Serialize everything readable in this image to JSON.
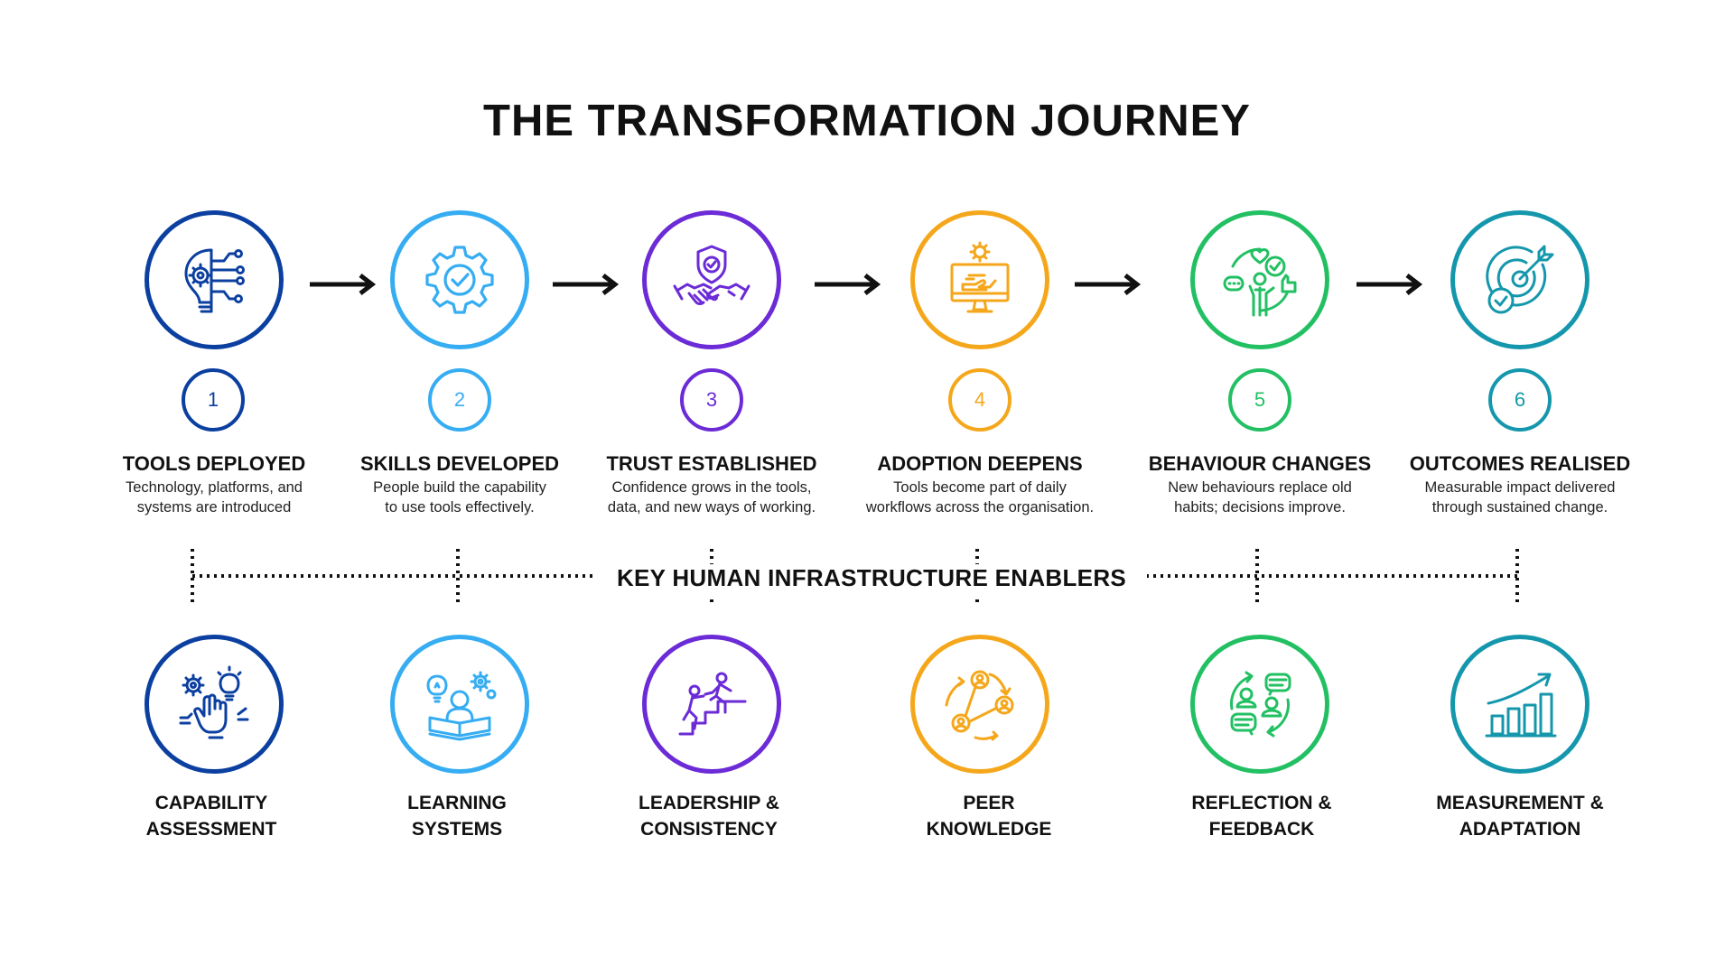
{
  "title": "THE TRANSFORMATION JOURNEY",
  "colors": {
    "stage1": "#0B3FA0",
    "stage2": "#36ADF2",
    "stage3": "#6B2BD6",
    "stage4": "#F5A71B",
    "stage5": "#22C063",
    "stage6": "#1497AC",
    "arrow": "#111111",
    "dotted_line": "#111111"
  },
  "stages": [
    {
      "number": "1",
      "title": "TOOLS DEPLOYED",
      "desc1": "Technology, platforms, and",
      "desc2": "systems are introduced",
      "icon": "lightbulb-circuit-icon"
    },
    {
      "number": "2",
      "title": "SKILLS DEVELOPED",
      "desc1": "People build the capability",
      "desc2": "to use tools effectively.",
      "icon": "gear-check-icon"
    },
    {
      "number": "3",
      "title": "TRUST ESTABLISHED",
      "desc1": "Confidence grows in the tools,",
      "desc2": "data, and new ways of working.",
      "icon": "shield-handshake-icon"
    },
    {
      "number": "4",
      "title": "ADOPTION DEEPENS",
      "desc1": "Tools become part of daily",
      "desc2": "workflows across the organisation.",
      "icon": "monitor-hand-gear-icon"
    },
    {
      "number": "5",
      "title": "BEHAVIOUR CHANGES",
      "desc1": "New behaviours replace old",
      "desc2": "habits; decisions improve.",
      "icon": "person-feedback-cycle-icon"
    },
    {
      "number": "6",
      "title": "OUTCOMES REALISED",
      "desc1": "Measurable impact delivered",
      "desc2": "through sustained change.",
      "icon": "target-check-icon"
    }
  ],
  "enablers_label": "KEY HUMAN INFRASTRUCTURE ENABLERS",
  "enablers": [
    {
      "line1": "CAPABILITY",
      "line2": "ASSESSMENT",
      "icon": "hand-gears-bulb-icon"
    },
    {
      "line1": "LEARNING",
      "line2": "SYSTEMS",
      "icon": "reader-book-icon"
    },
    {
      "line1": "LEADERSHIP &",
      "line2": "CONSISTENCY",
      "icon": "helping-climb-stairs-icon"
    },
    {
      "line1": "PEER",
      "line2": "KNOWLEDGE",
      "icon": "people-network-icon"
    },
    {
      "line1": "REFLECTION &",
      "line2": "FEEDBACK",
      "icon": "people-chat-cycle-icon"
    },
    {
      "line1": "MEASUREMENT &",
      "line2": "ADAPTATION",
      "icon": "growth-bar-chart-icon"
    }
  ]
}
